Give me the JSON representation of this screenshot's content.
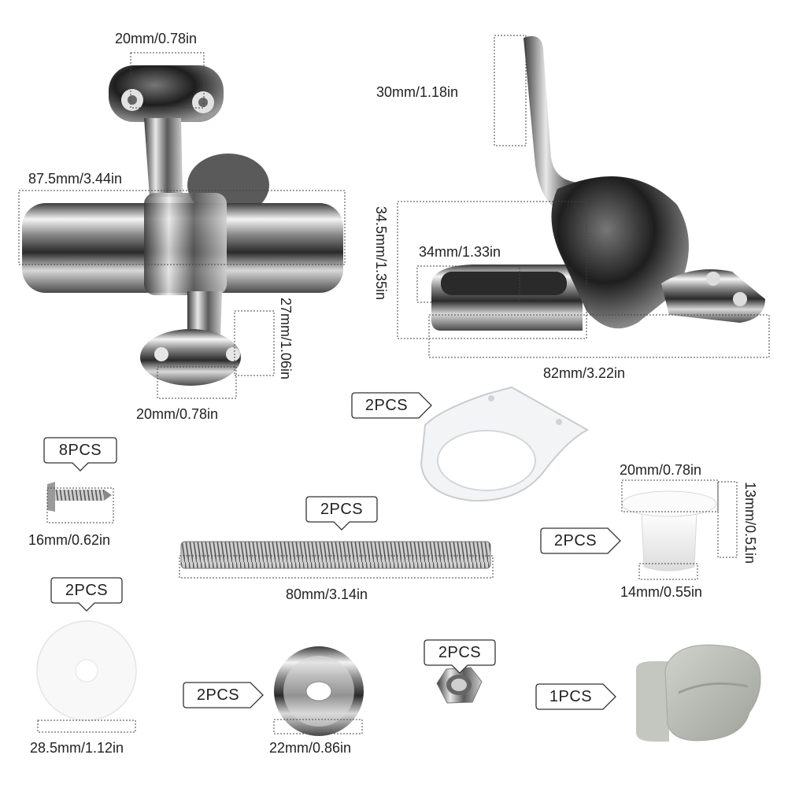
{
  "dimensions": {
    "top_hole_spacing": "20mm/0.78in",
    "hinge_width": "87.5mm/3.44in",
    "bottom_plate_height": "27mm/1.06in",
    "bottom_hole_spacing": "20mm/0.78in",
    "arm_height": "30mm/1.18in",
    "body_height": "34.5mm/1.35in",
    "base_width": "34mm/1.33in",
    "base_length": "82mm/3.22in",
    "screw_length": "16mm/0.62in",
    "rod_length": "80mm/3.14in",
    "bushing_top": "20mm/0.78in",
    "bushing_height": "13mm/0.51in",
    "bushing_bottom": "14mm/0.55in",
    "rubber_washer": "28.5mm/1.12in",
    "metal_washer": "22mm/0.86in"
  },
  "tags": {
    "gasket": "2PCS",
    "screws": "8PCS",
    "rod": "2PCS",
    "bushing": "2PCS",
    "rubber_washer": "2PCS",
    "metal_washer": "2PCS",
    "nut": "2PCS",
    "key": "1PCS"
  },
  "colors": {
    "chrome_dark": "#2b2b2b",
    "chrome_light": "#f2f2f2",
    "plastic_grey": "#b9bbb5",
    "nylon_white": "#f6f6f6"
  }
}
